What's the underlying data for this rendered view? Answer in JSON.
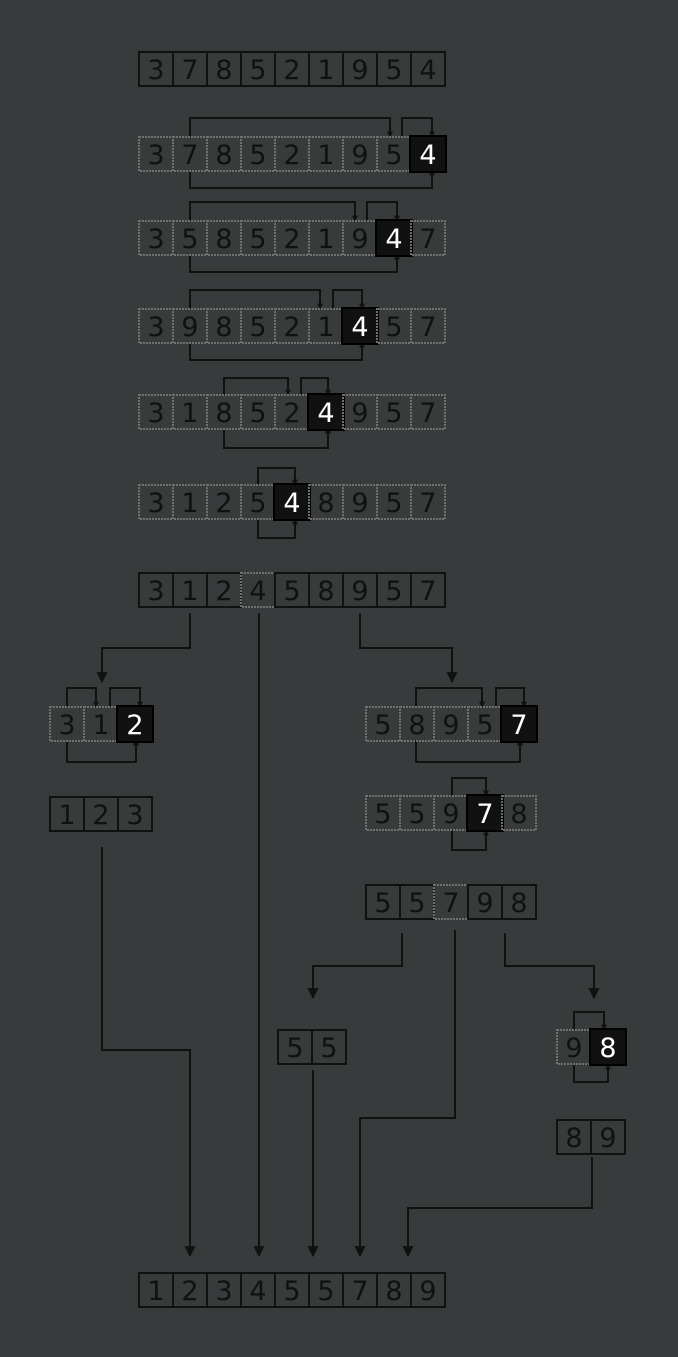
{
  "diagram": {
    "colors": {
      "background": "#383b3b",
      "box_normal": "#111111",
      "box_faded": "#707070",
      "pivot_fill": "#111111",
      "pivot_text": "#ffffff",
      "digit_text": "#111111",
      "arrow": "#111111"
    },
    "rows": [
      {
        "id": "initial",
        "values": [
          "3",
          "7",
          "8",
          "5",
          "2",
          "1",
          "9",
          "5",
          "4"
        ],
        "style": "normal",
        "pivot": null
      },
      {
        "id": "step-1",
        "values": [
          "3",
          "7",
          "8",
          "5",
          "2",
          "1",
          "9",
          "5",
          "4"
        ],
        "style": "faded",
        "pivot": 8
      },
      {
        "id": "step-2",
        "values": [
          "3",
          "5",
          "8",
          "5",
          "2",
          "1",
          "9",
          "4",
          "7"
        ],
        "style": "faded",
        "pivot": 7
      },
      {
        "id": "step-3",
        "values": [
          "3",
          "9",
          "8",
          "5",
          "2",
          "1",
          "4",
          "5",
          "7"
        ],
        "style": "faded",
        "pivot": 6
      },
      {
        "id": "step-4",
        "values": [
          "3",
          "1",
          "8",
          "5",
          "2",
          "4",
          "9",
          "5",
          "7"
        ],
        "style": "faded",
        "pivot": 5
      },
      {
        "id": "step-5",
        "values": [
          "3",
          "1",
          "2",
          "5",
          "4",
          "8",
          "9",
          "5",
          "7"
        ],
        "style": "faded",
        "pivot": 4
      },
      {
        "id": "partition",
        "values": [
          "3",
          "1",
          "2",
          "4",
          "5",
          "8",
          "9",
          "5",
          "7"
        ],
        "style": "normal",
        "faded": [
          3
        ]
      },
      {
        "id": "left-step",
        "values": [
          "3",
          "1",
          "2"
        ],
        "style": "faded",
        "pivot": 2
      },
      {
        "id": "left-sorted",
        "values": [
          "1",
          "2",
          "3"
        ],
        "style": "normal"
      },
      {
        "id": "right-step-1",
        "values": [
          "5",
          "8",
          "9",
          "5",
          "7"
        ],
        "style": "faded",
        "pivot": 4
      },
      {
        "id": "right-step-2",
        "values": [
          "5",
          "5",
          "9",
          "7",
          "8"
        ],
        "style": "faded",
        "pivot": 3
      },
      {
        "id": "right-partition",
        "values": [
          "5",
          "5",
          "7",
          "9",
          "8"
        ],
        "style": "normal",
        "faded": [
          2
        ]
      },
      {
        "id": "sub-left",
        "values": [
          "5",
          "5"
        ],
        "style": "normal"
      },
      {
        "id": "sub-right-step",
        "values": [
          "9",
          "8"
        ],
        "style": "faded",
        "pivot": 1
      },
      {
        "id": "sub-right-sorted",
        "values": [
          "8",
          "9"
        ],
        "style": "normal"
      },
      {
        "id": "final",
        "values": [
          "1",
          "2",
          "3",
          "4",
          "5",
          "5",
          "7",
          "8",
          "9"
        ],
        "style": "normal"
      }
    ]
  }
}
